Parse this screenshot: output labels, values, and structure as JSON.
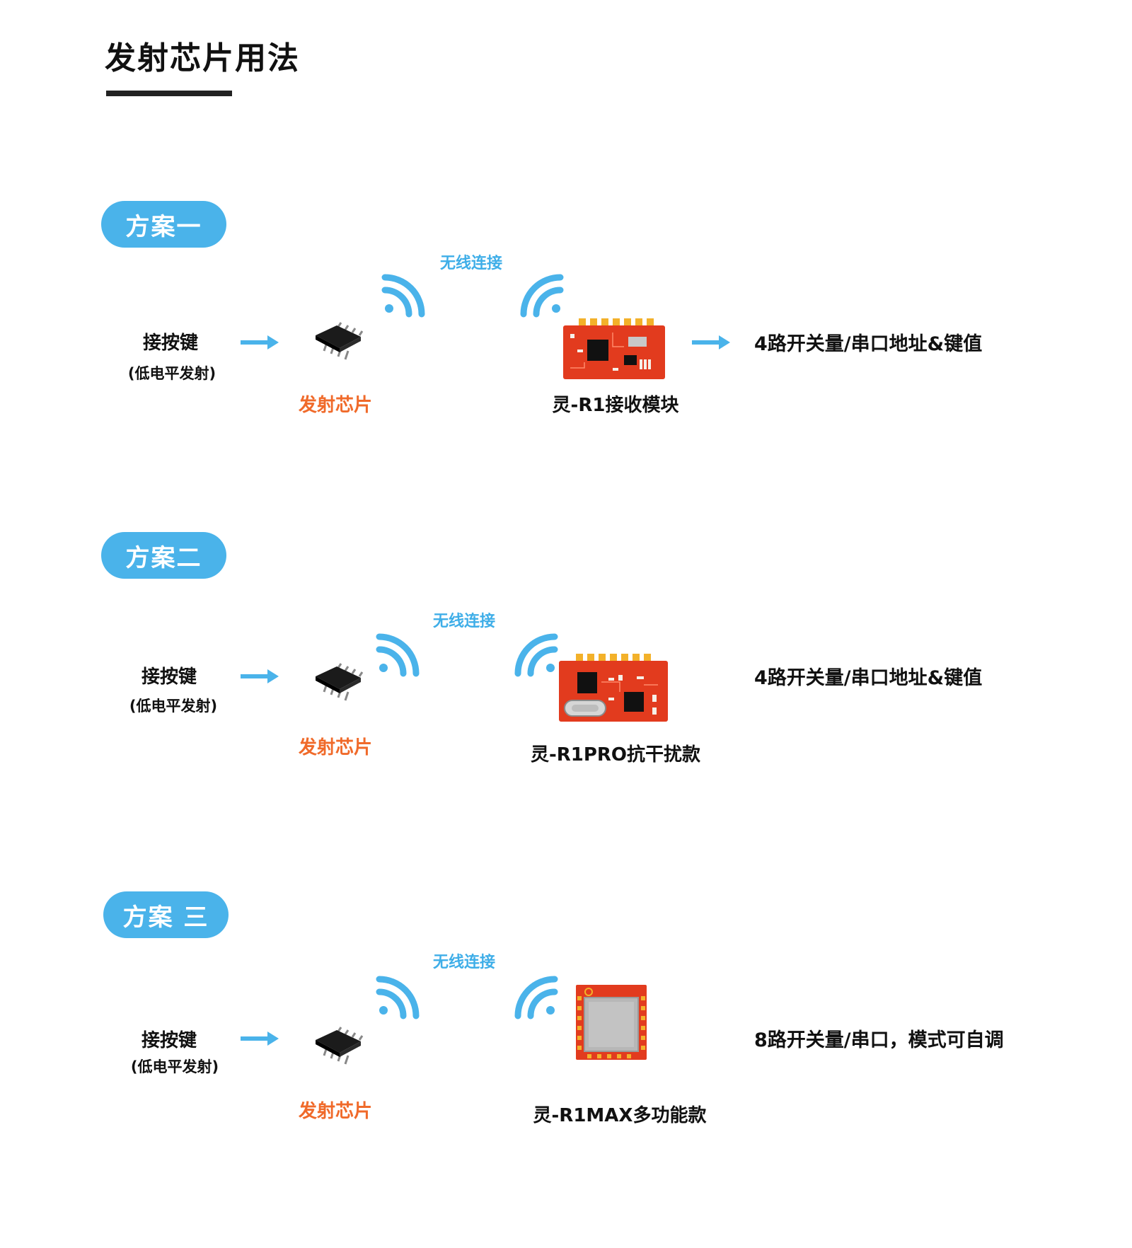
{
  "title": "发射芯片用法",
  "colors": {
    "accent": "#4ab3ea",
    "chip_label": "#f06a2a",
    "arrow": "#4ab3ea",
    "pcb": "#e23b1e"
  },
  "schemes": [
    {
      "badge": "方案一",
      "wireless": "无线连接",
      "input_label": "接按键",
      "input_sub": "(低电平发射)",
      "chip_label": "发射芯片",
      "module_label": "灵-R1接收模块",
      "output_label": "4路开关量/串口地址&键值",
      "has_output_arrow": true
    },
    {
      "badge": "方案二",
      "wireless": "无线连接",
      "input_label": "接按键",
      "input_sub": "(低电平发射)",
      "chip_label": "发射芯片",
      "module_label": "灵-R1PRO抗干扰款",
      "output_label": "4路开关量/串口地址&键值",
      "has_output_arrow": false
    },
    {
      "badge": "方案 三",
      "wireless": "无线连接",
      "input_label": "接按键",
      "input_sub": "(低电平发射)",
      "chip_label": "发射芯片",
      "module_label": "灵-R1MAX多功能款",
      "output_label": "8路开关量/串口，模式可自调",
      "has_output_arrow": false
    }
  ],
  "icons": [
    "right-arrow-icon",
    "ic-chip-icon",
    "wifi-signal-icon",
    "receiver-module-icon"
  ]
}
